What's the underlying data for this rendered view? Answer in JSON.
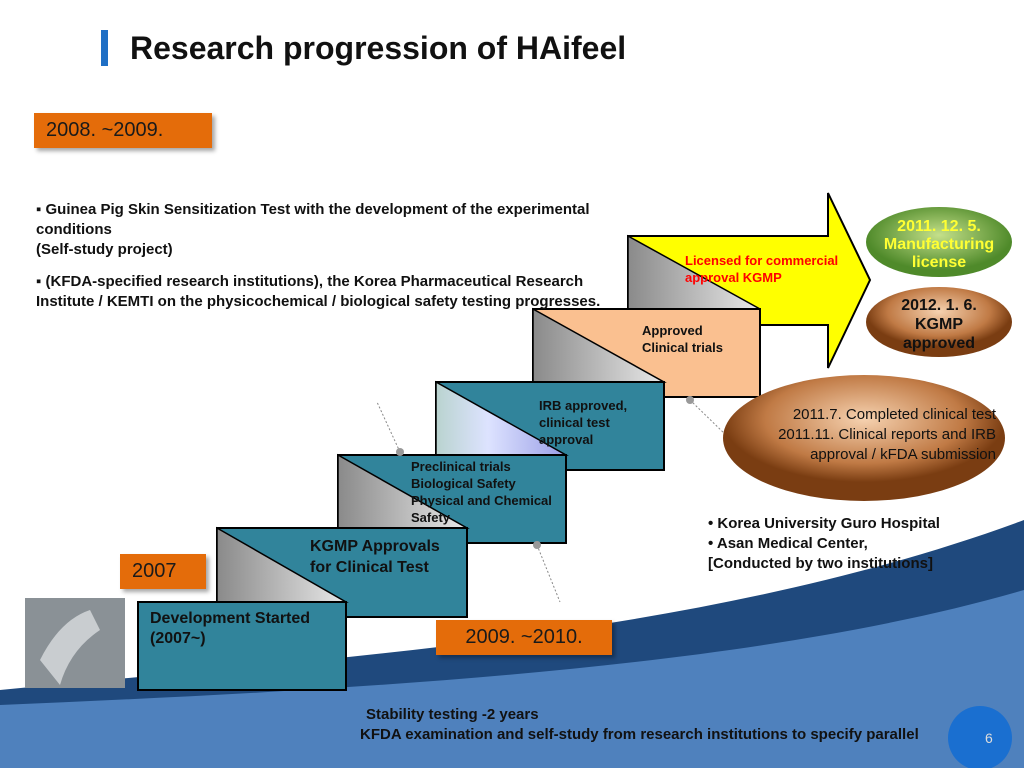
{
  "title": "Research progression of HAifeel",
  "tags": {
    "t1": "2008. ~2009.",
    "t2": "2007",
    "t3": "2009. ~2010."
  },
  "bullets": [
    {
      "marker": "▪",
      "text": "Guinea Pig Skin Sensitization Test with the development of the experimental conditions",
      "sub": "(Self-study project)"
    },
    {
      "marker": "▪",
      "text": "(KFDA-specified research institutions), the Korea Pharmaceutical Research Institute / KEMTI on the physicochemical / biological safety testing progresses."
    }
  ],
  "steps": [
    {
      "lines": [
        "Development Started",
        "(2007~)"
      ]
    },
    {
      "lines": [
        "KGMP Approvals",
        "for Clinical Test"
      ]
    },
    {
      "lines": [
        "Preclinical trials",
        "Biological Safety",
        "Physical and Chemical",
        "Safety"
      ]
    },
    {
      "lines": [
        "IRB approved,",
        "clinical test",
        "approval"
      ]
    },
    {
      "lines": [
        "Approved",
        "Clinical trials"
      ]
    }
  ],
  "arrow_text": [
    "Licensed for commercial",
    "approval KGMP"
  ],
  "ellipses": {
    "green": [
      "2011. 12. 5.",
      "Manufacturing",
      "license"
    ],
    "brown": [
      "2012. 1. 6.",
      "KGMP",
      "approved"
    ],
    "big": [
      "2011.7. Completed clinical test",
      "2011.11. Clinical reports and IRB",
      "approval / kFDA submission"
    ]
  },
  "institutions": [
    "• Korea University Guro Hospital",
    "• Asan Medical Center,",
    "[Conducted by two institutions]"
  ],
  "footer": [
    "Stability testing -2 years",
    "KFDA examination and self-study from research institutions to specify parallel"
  ],
  "page_number": "6",
  "colors": {
    "teal": "#31849b",
    "peach": "#fac090",
    "yellow": "#ffff00",
    "orange": "#e46c0a",
    "blue": "#4f81bd",
    "navy": "#1f497d"
  }
}
